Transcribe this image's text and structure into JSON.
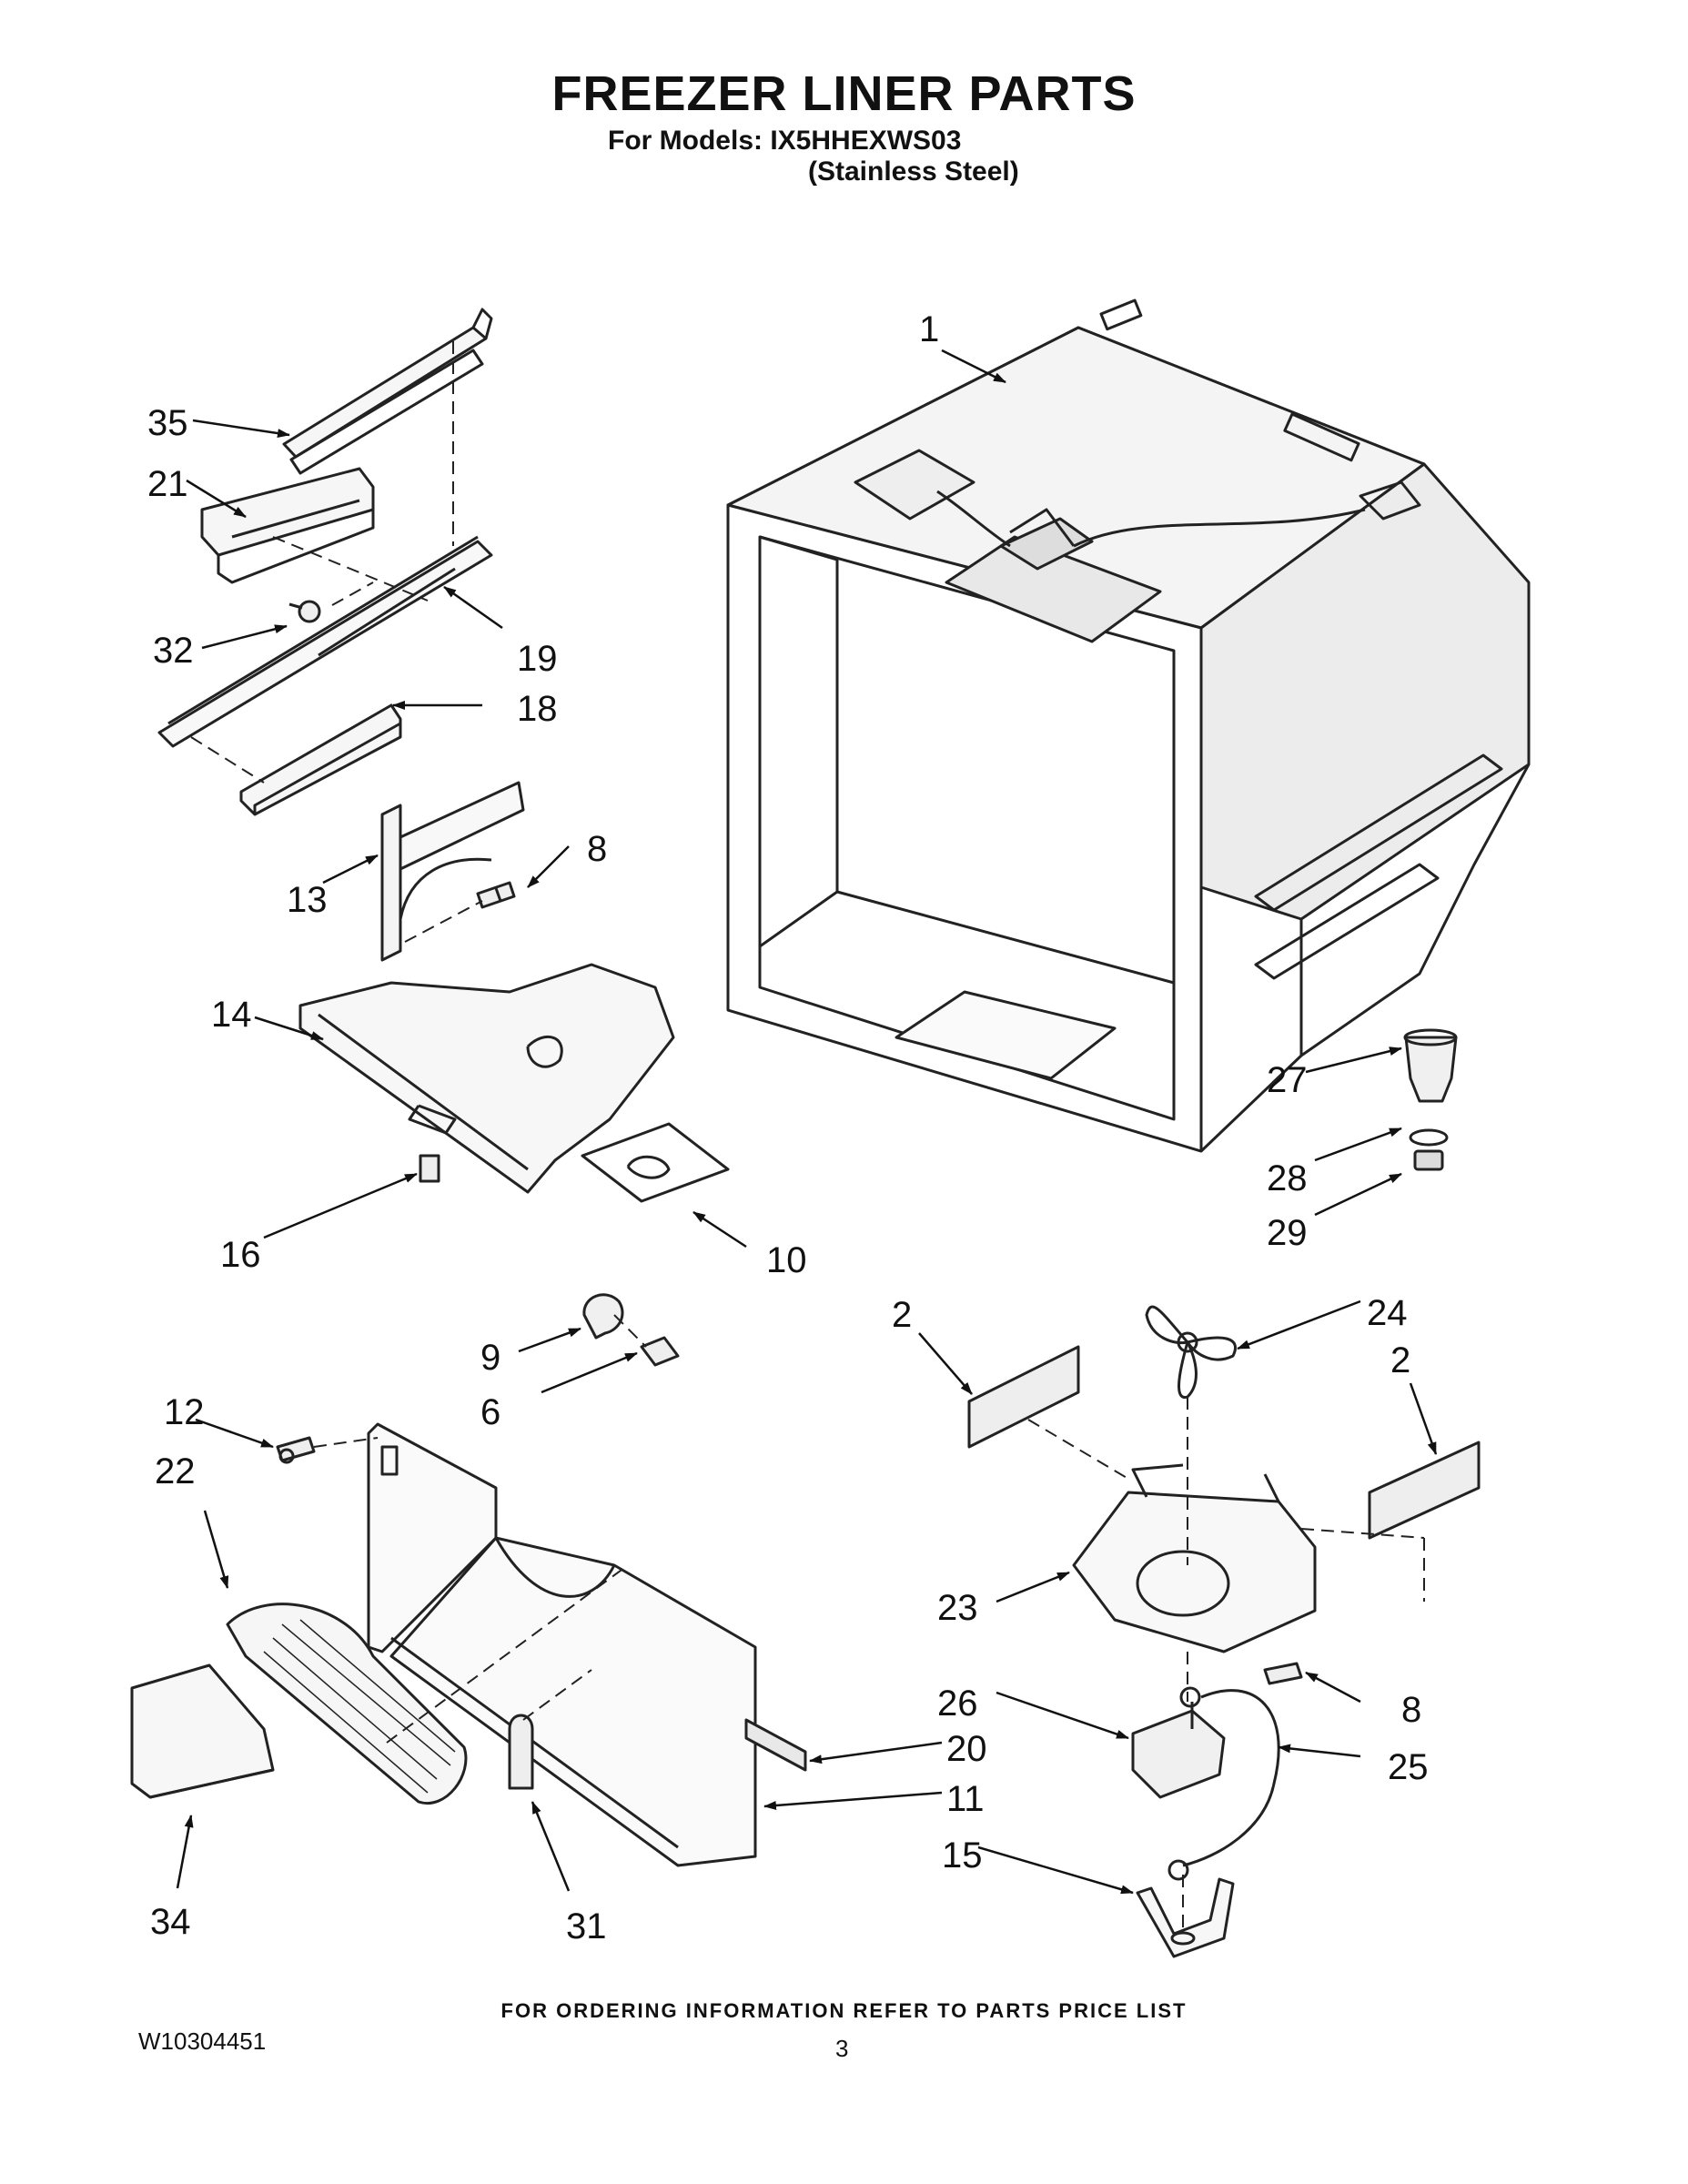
{
  "header": {
    "title": "FREEZER LINER PARTS",
    "models": "For Models: IX5HHEXWS03",
    "variant": "(Stainless Steel)"
  },
  "callouts": [
    {
      "id": "1",
      "label": "1"
    },
    {
      "id": "35",
      "label": "35"
    },
    {
      "id": "21",
      "label": "21"
    },
    {
      "id": "32",
      "label": "32"
    },
    {
      "id": "19",
      "label": "19"
    },
    {
      "id": "18",
      "label": "18"
    },
    {
      "id": "13",
      "label": "13"
    },
    {
      "id": "8a",
      "label": "8"
    },
    {
      "id": "14",
      "label": "14"
    },
    {
      "id": "16",
      "label": "16"
    },
    {
      "id": "10",
      "label": "10"
    },
    {
      "id": "27",
      "label": "27"
    },
    {
      "id": "28",
      "label": "28"
    },
    {
      "id": "29",
      "label": "29"
    },
    {
      "id": "2a",
      "label": "2"
    },
    {
      "id": "24",
      "label": "24"
    },
    {
      "id": "2b",
      "label": "2"
    },
    {
      "id": "9",
      "label": "9"
    },
    {
      "id": "6",
      "label": "6"
    },
    {
      "id": "12",
      "label": "12"
    },
    {
      "id": "22",
      "label": "22"
    },
    {
      "id": "23",
      "label": "23"
    },
    {
      "id": "8b",
      "label": "8"
    },
    {
      "id": "26",
      "label": "26"
    },
    {
      "id": "25",
      "label": "25"
    },
    {
      "id": "20",
      "label": "20"
    },
    {
      "id": "11",
      "label": "11"
    },
    {
      "id": "15",
      "label": "15"
    },
    {
      "id": "34",
      "label": "34"
    },
    {
      "id": "31",
      "label": "31"
    }
  ],
  "footer": {
    "ordering_note": "FOR ORDERING INFORMATION REFER TO PARTS PRICE LIST",
    "doc_number": "W10304451",
    "page_number": "3"
  }
}
